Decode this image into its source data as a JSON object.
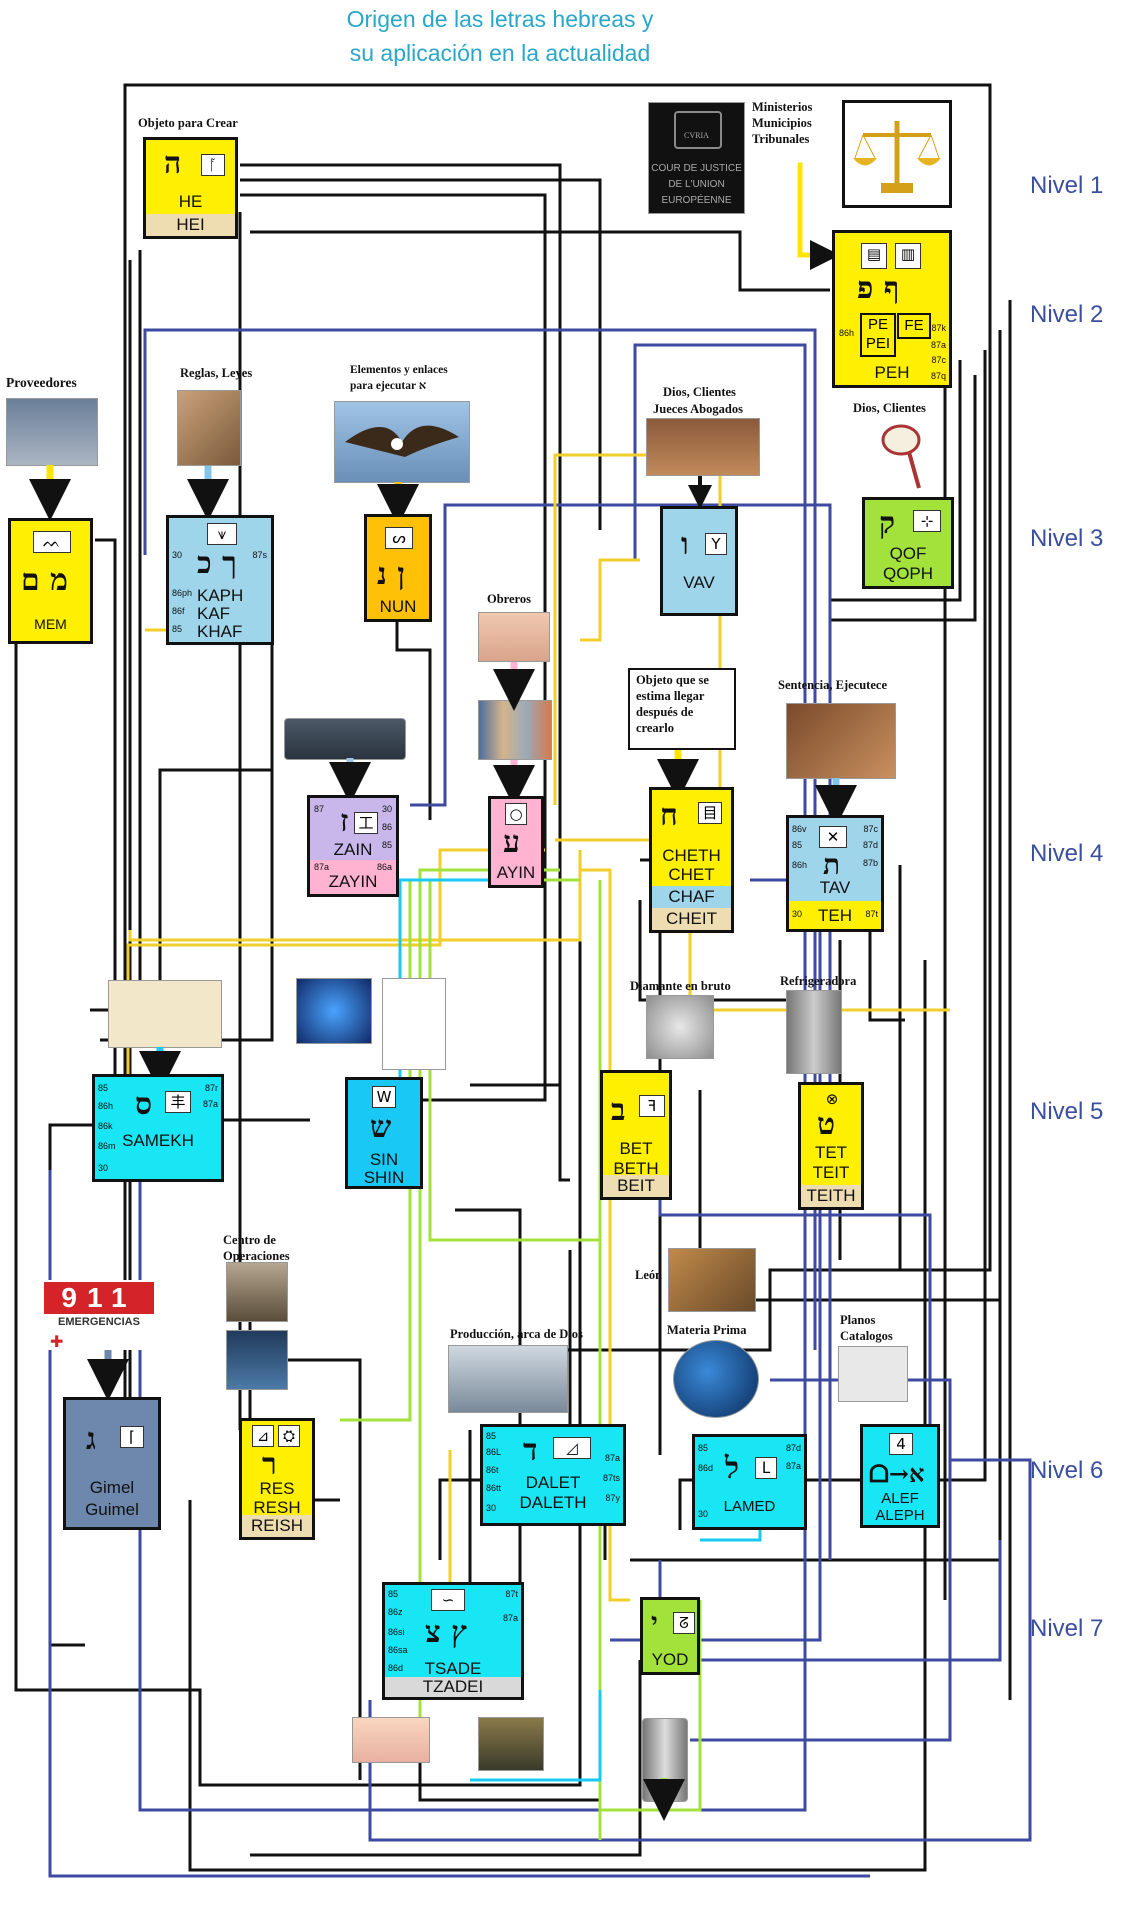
{
  "title_line1": "Origen de las letras hebreas y",
  "title_line2": "su aplicación en la actualidad",
  "levels": [
    "Nivel 1",
    "Nivel 2",
    "Nivel 3",
    "Nivel 4",
    "Nivel 5",
    "Nivel 6",
    "Nivel 7"
  ],
  "captions": {
    "he": "Objeto para Crear",
    "peh_l1": "Ministerios",
    "peh_l2": "Municipios",
    "peh_l3": "Tribunales",
    "mem": "Proveedores",
    "kaph": "Reglas, Leyes",
    "nun_l1": "Elementos y enlaces",
    "nun_l2": "para ejecutar א",
    "vav_l1": "Dios, Clientes",
    "vav_l2": "Jueces Abogados",
    "qof": "Dios, Clientes",
    "ayin": "Obreros",
    "cheth_l1": "Objeto que se",
    "cheth_l2": "estima llegar",
    "cheth_l3": "después de",
    "cheth_l4": "crearlo",
    "tav": "Sentencia, Ejecutece",
    "bet": "Diamante en bruto",
    "tet": "Refrigeradora",
    "resh_l1": "Centro de",
    "resh_l2": "Operaciones",
    "lamed_l1": "León",
    "lamed_l2": "Materia Prima",
    "dalet": "Producción, arca de Dios",
    "alef_l1": "Planos",
    "alef_l2": "Catalogos"
  },
  "court_logo": {
    "l1": "CVRIA",
    "l2": "COUR DE JUSTICE",
    "l3": "DE L'UNION",
    "l4": "EUROPÉENNE"
  },
  "emergency": {
    "number": "911",
    "label": "EMERGENCIAS"
  },
  "letters": {
    "he": {
      "heb": "ה",
      "n1": "HE",
      "band": "HEI"
    },
    "peh": {
      "heb": "ף פ",
      "pe": "PE",
      "fe": "FE",
      "pei": "PEI",
      "n1": "PEH",
      "p1": "86h",
      "p2": "87k",
      "p3": "87a",
      "p4": "87c",
      "p5": "87q"
    },
    "mem": {
      "heb": "מ ם"
    },
    "kaph": {
      "heb": "ך כ",
      "n1": "KAPH",
      "n2": "KAF",
      "n3": "KHAF",
      "p1": "30",
      "p2": "87s",
      "p3": "86ph",
      "p4": "86f",
      "p5": "85"
    },
    "nun": {
      "heb": "ן נ",
      "n1": "NUN"
    },
    "vav": {
      "heb": "ו",
      "n1": "VAV"
    },
    "qof": {
      "heb": "ק",
      "n1": "QOF",
      "n2": "QOPH"
    },
    "zain": {
      "heb": "ז",
      "n1": "ZAIN",
      "band": "ZAYIN",
      "p1": "87",
      "p2": "30",
      "p3": "86",
      "p4": "85",
      "p5": "87a",
      "p6": "86a"
    },
    "ayin": {
      "heb": "ע",
      "n1": "AYIN"
    },
    "cheth": {
      "heb": "ח",
      "n1": "CHETH",
      "n2": "CHET",
      "n3": "CHAF",
      "band": "CHEIT"
    },
    "tav": {
      "heb": "ת",
      "n1": "TAV",
      "band": "TEH",
      "p1": "86v",
      "p2": "85",
      "p3": "86h",
      "p4": "87c",
      "p5": "87d",
      "p6": "87b",
      "p7": "30",
      "p8": "87t"
    },
    "samekh": {
      "heb": "ס",
      "n1": "SAMEKH",
      "p1": "85",
      "p2": "86h",
      "p3": "86k",
      "p4": "86m",
      "p5": "30",
      "p6": "87r",
      "p7": "87a"
    },
    "shin": {
      "heb": "ש",
      "n1": "SIN",
      "n2": "SHIN"
    },
    "bet": {
      "heb": "ב",
      "n1": "BET",
      "n2": "BETH",
      "band": "BEIT"
    },
    "tet": {
      "heb": "ט",
      "n1": "TET",
      "n2": "TEIT",
      "band": "TEITH"
    },
    "gimel": {
      "heb": "ג",
      "n1": "Gimel",
      "n2": "Guimel"
    },
    "resh": {
      "heb": "ר",
      "n1": "RES",
      "n2": "RESH",
      "band": "REISH"
    },
    "dalet": {
      "heb": "ד",
      "n1": "DALET",
      "n2": "DALETH",
      "p1": "85",
      "p2": "86L",
      "p3": "86t",
      "p4": "86tt",
      "p5": "30",
      "p6": "87a",
      "p7": "87ts",
      "p8": "87y"
    },
    "lamed": {
      "heb": "ל",
      "n1": "LAMED",
      "p1": "85",
      "p2": "86d",
      "p3": "30",
      "p4": "87d",
      "p5": "87a"
    },
    "alef": {
      "heb": "א",
      "n1": "ALEF",
      "n2": "ALEPH",
      "glyph": "4"
    },
    "tsade": {
      "heb": "ץ צ",
      "n1": "TSADE",
      "band": "TZADEI",
      "p1": "85",
      "p2": "86z",
      "p3": "86si",
      "p4": "86sa",
      "p5": "86d",
      "p6": "30",
      "p7": "87t",
      "p8": "87a"
    },
    "yod": {
      "heb": "י",
      "n1": "YOD"
    }
  },
  "colors": {
    "yellow": "#ffef00",
    "cyan": "#19e6f4",
    "lightblue": "#9fd5ea",
    "lime": "#a3e13b",
    "orange": "#ffc107",
    "lavender": "#c9b6ea",
    "pink": "#ffb3d1",
    "slate": "#6d87ad",
    "band": "#eeddb0"
  }
}
